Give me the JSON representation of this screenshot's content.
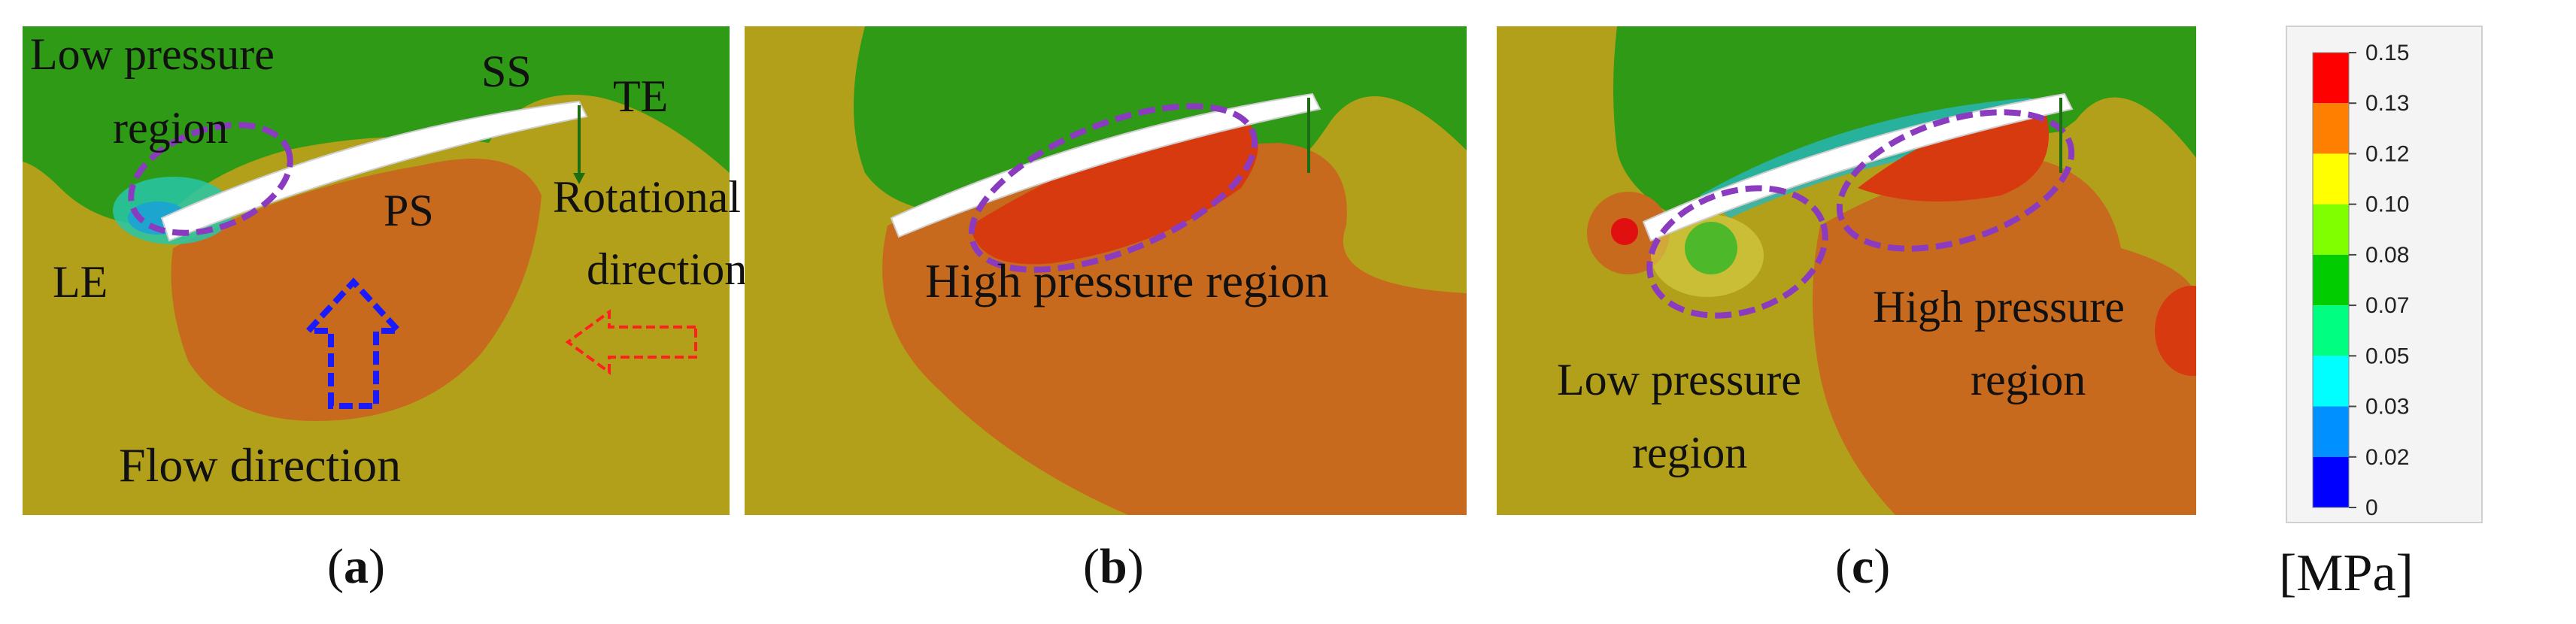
{
  "panels": {
    "a": {
      "caption_letter": "a",
      "labels": {
        "low_pressure_line1": "Low pressure",
        "low_pressure_line2": "region",
        "ss": "SS",
        "te": "TE",
        "ps": "PS",
        "le": "LE",
        "rot_line1": "Rotational",
        "rot_line2": "direction",
        "flow": "Flow direction"
      }
    },
    "b": {
      "caption_letter": "b",
      "labels": {
        "high_pressure": "High pressure region"
      }
    },
    "c": {
      "caption_letter": "c",
      "labels": {
        "low_line1": "Low pressure",
        "low_line2": "region",
        "high_line1": "High pressure",
        "high_line2": "region"
      }
    }
  },
  "caption_paren_open": "(",
  "caption_paren_close": ")",
  "colorbar": {
    "unit": "[MPa]",
    "ticks": [
      "0.15",
      "0.13",
      "0.12",
      "0.10",
      "0.08",
      "0.07",
      "0.05",
      "0.03",
      "0.02",
      "0"
    ],
    "colors": [
      "#ff0000",
      "#ff7f00",
      "#ffff00",
      "#80ff00",
      "#00cc00",
      "#00ff80",
      "#00ffff",
      "#0090ff",
      "#0000ff"
    ]
  },
  "colors": {
    "dark_green": "#2e9a16",
    "orange_brown": "#c86a1e",
    "olive": "#b3a01a",
    "dashed_ellipse": "#8a3bbf",
    "flow_arrow": "#1a1aff",
    "rot_arrow": "#ff2020"
  }
}
